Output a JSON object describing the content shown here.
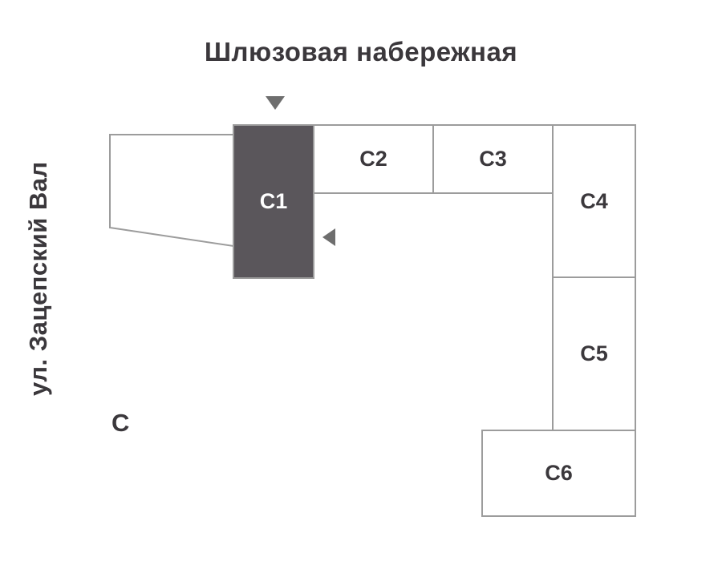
{
  "title": "Шлюзовая набережная",
  "street": "ул. Зацепский Вал",
  "compass": "С",
  "colors": {
    "selected_fill": "#5a565b",
    "outline": "#9c9c9c",
    "text": "#3b383c",
    "marker": "#6e6e6e"
  },
  "buildings": [
    {
      "id": "c1",
      "label": "С1",
      "selected": true
    },
    {
      "id": "c2",
      "label": "С2",
      "selected": false
    },
    {
      "id": "c3",
      "label": "С3",
      "selected": false
    },
    {
      "id": "c4",
      "label": "С4",
      "selected": false
    },
    {
      "id": "c5",
      "label": "С5",
      "selected": false
    },
    {
      "id": "c6",
      "label": "С6",
      "selected": false
    }
  ],
  "markers": [
    {
      "icon": "down-arrow"
    },
    {
      "icon": "left-arrow"
    }
  ]
}
